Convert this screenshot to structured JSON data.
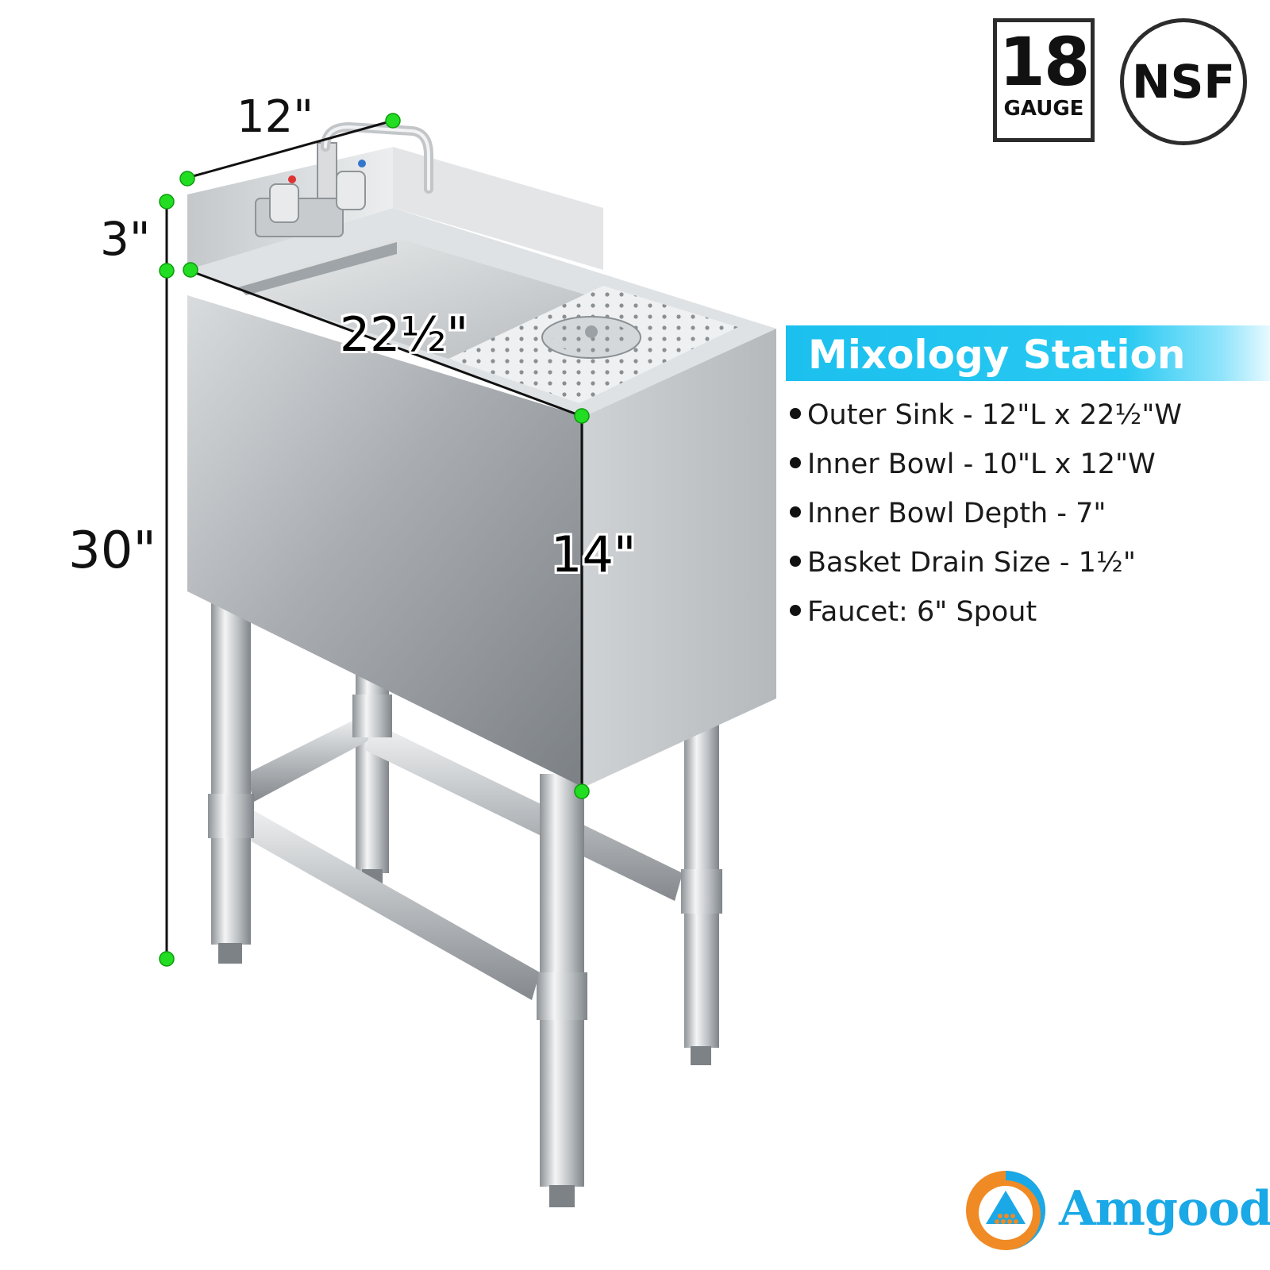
{
  "dimensions": {
    "width": "12\"",
    "backsplash": "3\"",
    "length": "22½\"",
    "height_total": "30\"",
    "cabinet_height": "14\""
  },
  "badges": {
    "gauge_number": "18",
    "gauge_label": "GAUGE",
    "certification": "NSF"
  },
  "banner": {
    "title": "Mixology Station"
  },
  "specs": [
    "Outer Sink - 12\"L x 22½\"W",
    "Inner Bowl - 10\"L x 12\"W",
    "Inner Bowl Depth - 7\"",
    "Basket Drain Size - 1½\"",
    "Faucet: 6\" Spout"
  ],
  "brand": {
    "name": "Amgood"
  },
  "colors": {
    "banner": "#1cc0ee",
    "marker": "#22dd22",
    "brand_blue": "#1aa8e6",
    "brand_orange": "#f08a24"
  }
}
